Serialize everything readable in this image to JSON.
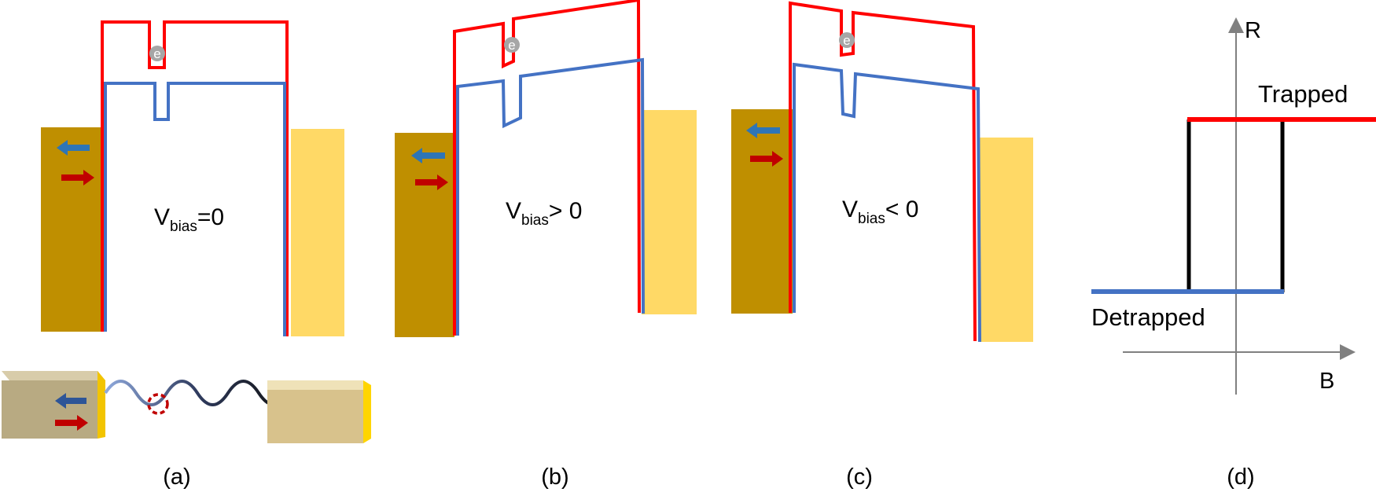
{
  "colors": {
    "electrode_left": "#BF8F00",
    "electrode_right": "#FFD966",
    "conduction_band": "#FF0000",
    "valence_band": "#4472C4",
    "spin_up_arrow": "#2E75B6",
    "spin_down_arrow": "#C00000",
    "electron": "#A6A6A6",
    "hysteresis_loop": "#000000",
    "axis": "#808080"
  },
  "panels": [
    {
      "id": "a",
      "caption": "(a)",
      "bias_symbol": "V",
      "bias_subscript": "bias",
      "bias_relation": "=0"
    },
    {
      "id": "b",
      "caption": "(b)",
      "bias_symbol": "V",
      "bias_subscript": "bias",
      "bias_relation": "> 0"
    },
    {
      "id": "c",
      "caption": "(c)",
      "bias_symbol": "V",
      "bias_subscript": "bias",
      "bias_relation": "< 0"
    }
  ],
  "electron_label": "e",
  "hysteresis": {
    "caption": "(d)",
    "y_axis_label": "R",
    "x_axis_label": "B",
    "upper_state_label": "Trapped",
    "lower_state_label": "Detrapped"
  }
}
